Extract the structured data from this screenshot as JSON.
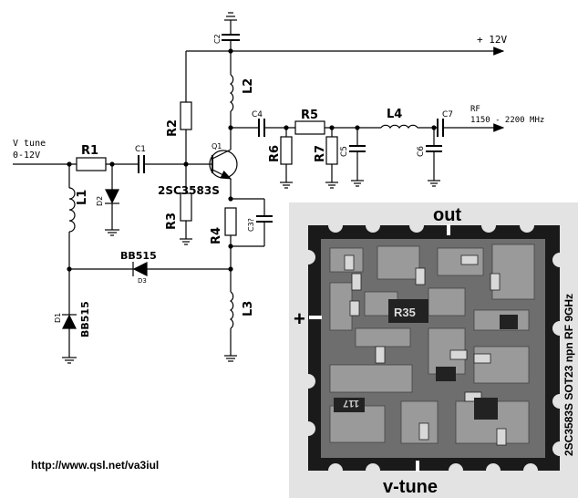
{
  "schematic": {
    "vtune_in": "V tune",
    "vtune_range": "0-12V",
    "supply": "+ 12V",
    "rf_out": "RF",
    "rf_range": "1150 - 2200 MHz",
    "components": {
      "r1": "R1",
      "c1": "C1",
      "l1": "L1",
      "d2": "D2",
      "d1": "D1",
      "d3": "D3",
      "bb515_d1": "BB515",
      "bb515_d3": "BB515",
      "r2": "R2",
      "r3": "R3",
      "r4": "R4",
      "c2": "C2",
      "l2": "L2",
      "l3": "L3",
      "q1": "Q1",
      "transistor": "2SC3583S",
      "c3": "C3?",
      "c4": "C4",
      "r5": "R5",
      "r6": "R6",
      "r7": "R7",
      "c5": "C5",
      "c6": "C6",
      "l4": "L4",
      "c7": "C7"
    }
  },
  "photo": {
    "out_label": "out",
    "plus_label": "+",
    "vtune_label": "v-tune",
    "side_caption": "2SC3583S SOT23 npn RF 9GHz",
    "r35_label": "R35",
    "chip_label": "117"
  },
  "footer": {
    "url": "http://www.qsl.net/va3iul"
  }
}
